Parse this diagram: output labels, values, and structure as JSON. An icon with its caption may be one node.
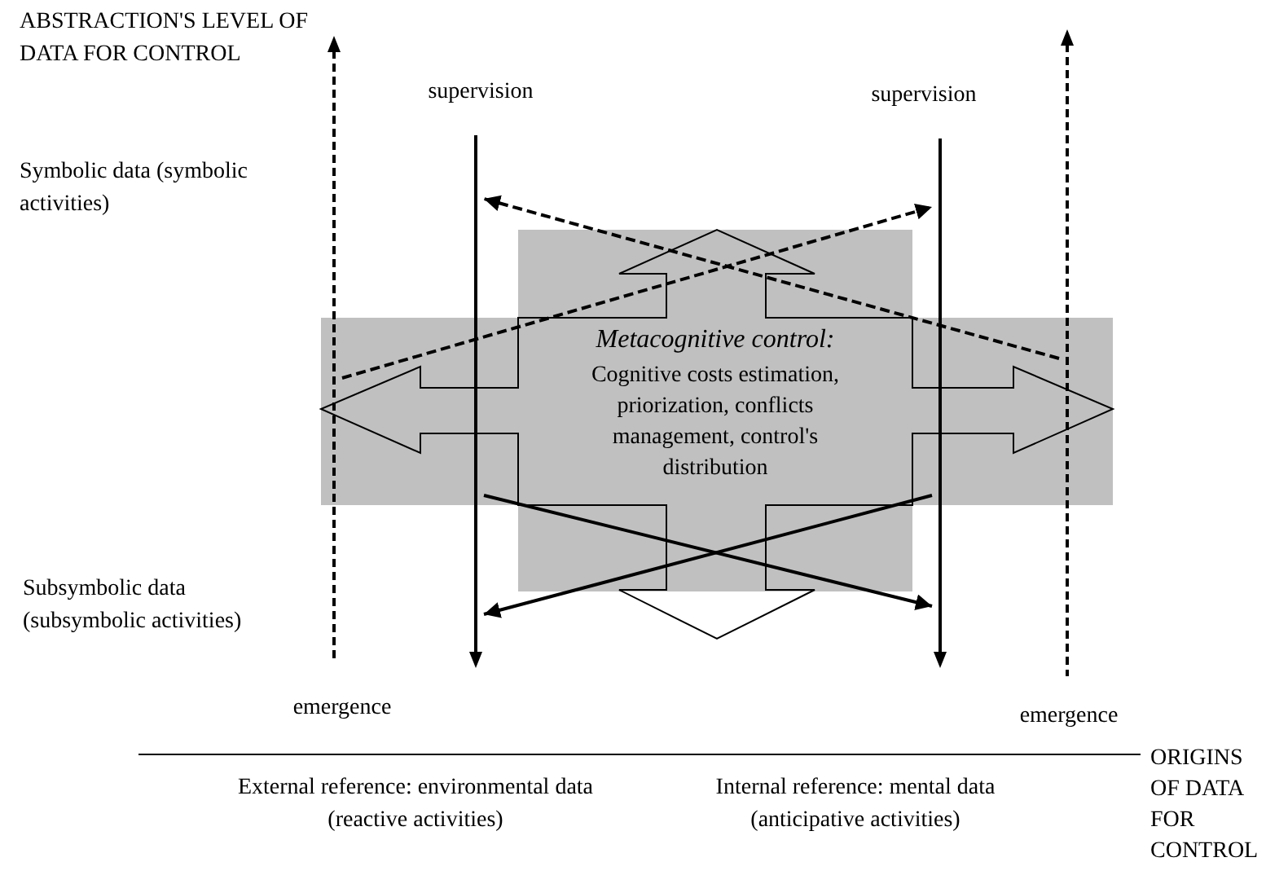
{
  "diagram": {
    "nodes": [
      {
        "text": [],
        "shape": "bar",
        "beside": [
          "emergence"
        ]
      },
      {
        "text": [],
        "shape": "bar",
        "beside": [
          "supervision"
        ]
      },
      {
        "text": [
          "Metacognitive control:",
          "Cognitive costs estimation, priorization, conflicts management, control's distribution"
        ]
      },
      {
        "text": [],
        "shape": "bar",
        "beside": [
          "supervision"
        ]
      },
      {
        "text": [],
        "shape": "bar",
        "beside": [
          "emergence"
        ]
      }
    ],
    "edges": [
      {
        "from": 4,
        "to": 1,
        "arrow": "to",
        "style": "dashed"
      },
      {
        "from": 0,
        "to": 3,
        "arrow": "to",
        "style": "dashed"
      },
      {
        "from": 1,
        "to": 3,
        "arrow": "to"
      },
      {
        "from": 3,
        "to": 1,
        "arrow": "to"
      }
    ],
    "labels": [
      "ABSTRACTION'S LEVEL OF DATA FOR CONTROL",
      "Symbolic data (symbolic activities)",
      "Subsymbolic data (subsymbolic activities)",
      "External reference: environmental data (reactive activities)",
      "Internal reference: mental data (anticipative activities)",
      "ORIGINS OF DATA FOR CONTROL"
    ]
  }
}
